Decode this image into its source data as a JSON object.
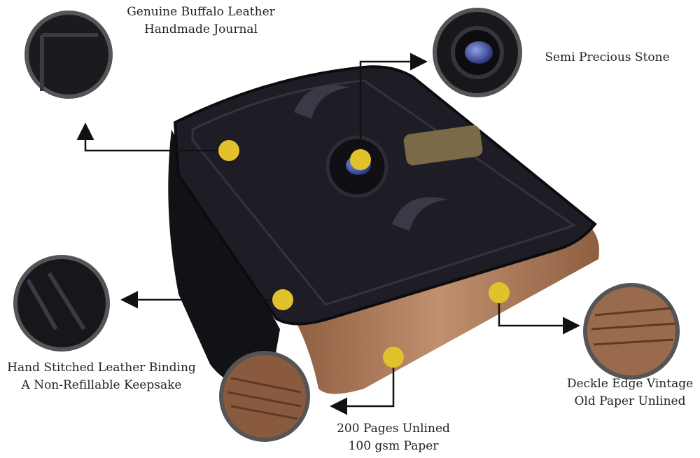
{
  "callouts": [
    {
      "lines": [
        "Genuine Buffalo Leather",
        "Handmade Journal"
      ]
    },
    {
      "lines": [
        "Semi Precious Stone"
      ]
    },
    {
      "lines": [
        "Hand Stitched Leather Binding",
        "A Non-Refillable Keepsake"
      ]
    },
    {
      "lines": [
        "200 Pages Unlined",
        "100 gsm Paper"
      ]
    },
    {
      "lines": [
        "Deckle Edge Vintage",
        "Old Paper Unlined"
      ]
    }
  ],
  "colors": {
    "marker": "#e2c22c",
    "ring": "#555555",
    "leather": "#1c1b22",
    "paper": "#a8785a",
    "stone": "#3f4aa0",
    "arrow": "#111111"
  }
}
